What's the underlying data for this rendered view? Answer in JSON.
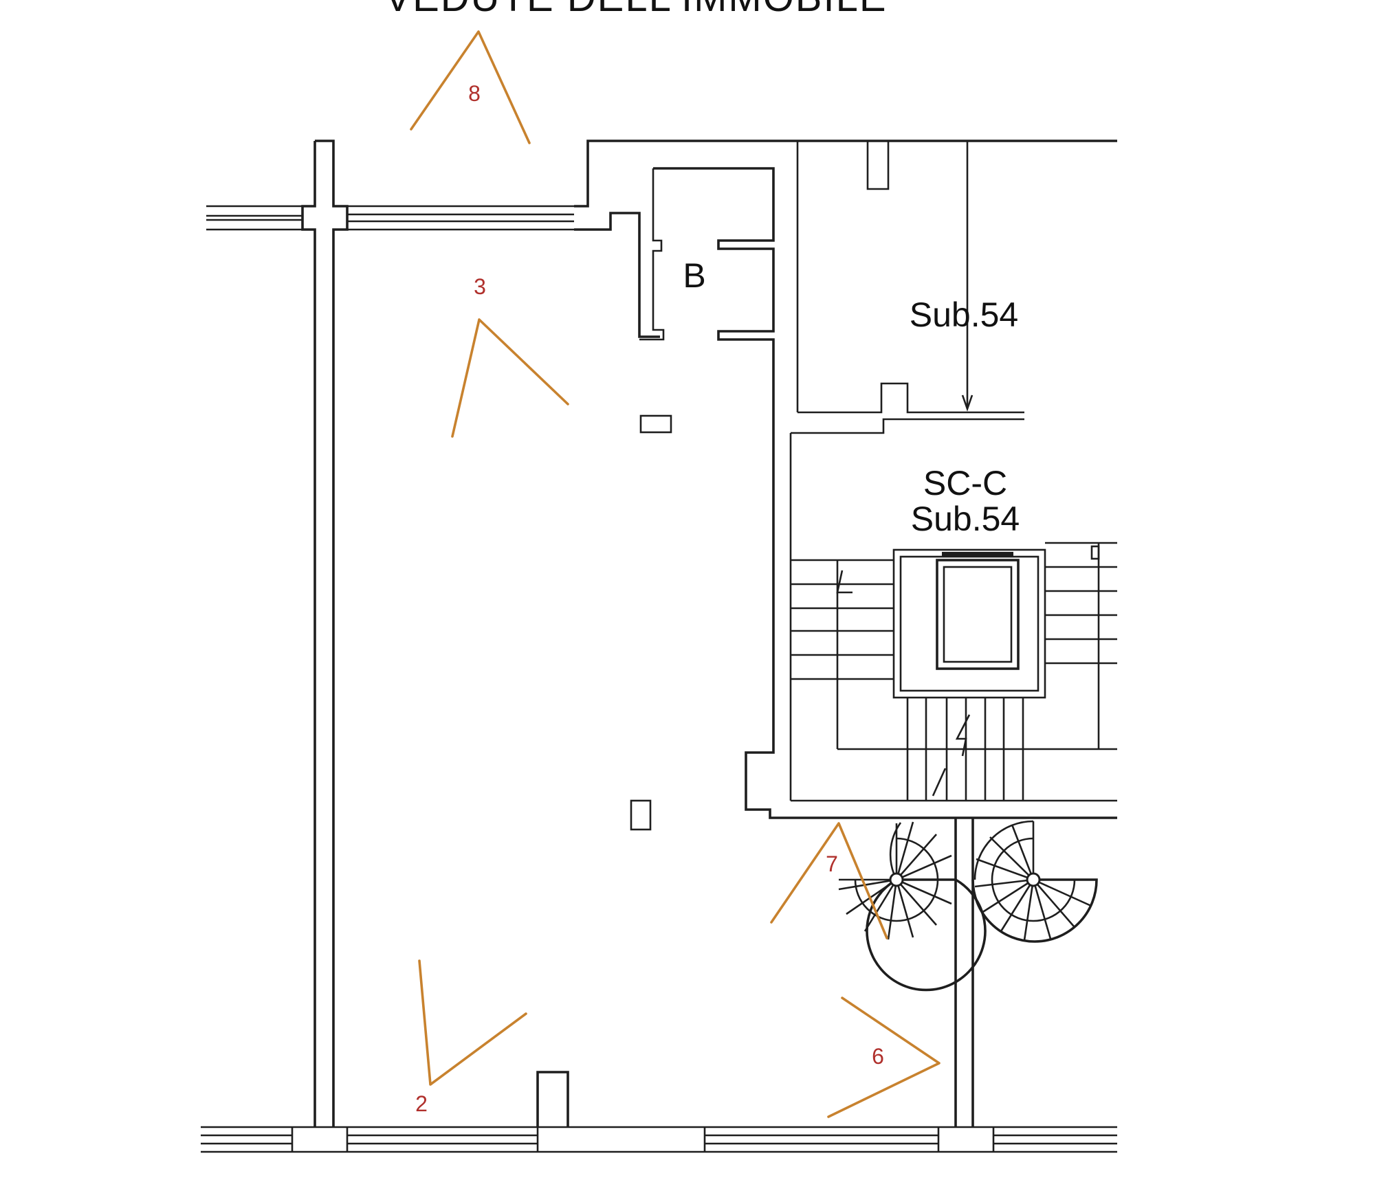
{
  "title": "VEDUTE DELL'IMMOBILE",
  "rooms": {
    "bathroom": "B",
    "unit_north": "Sub.54",
    "stair_code": "SC-C",
    "stair_unit": "Sub.54"
  },
  "viewpoints": [
    "8",
    "3",
    "7",
    "6",
    "2"
  ],
  "colors": {
    "walls": "#1e1e1e",
    "view_cones": "#c8822e",
    "viewpoint_numbers": "#b0302c"
  }
}
